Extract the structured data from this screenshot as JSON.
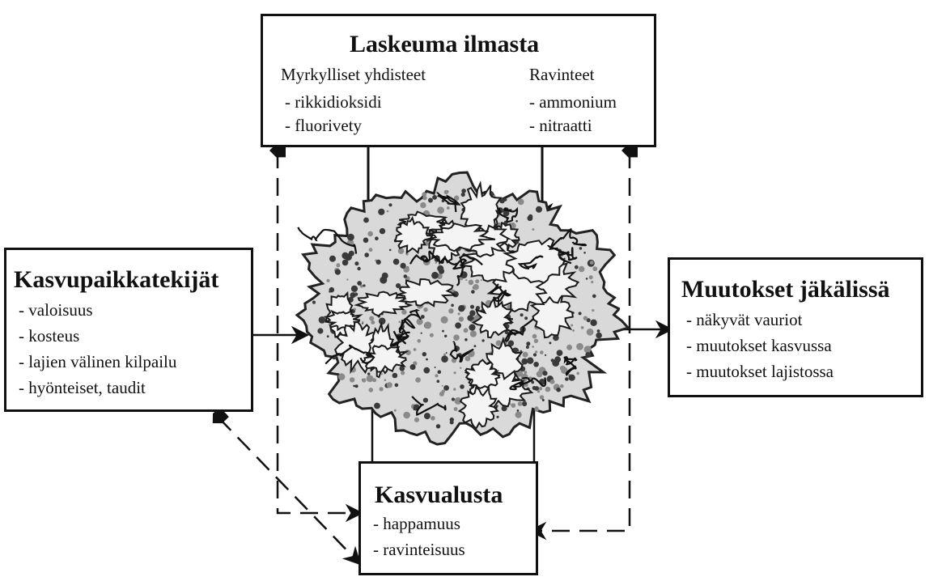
{
  "top_box": {
    "title": "Laskeuma ilmasta",
    "left_heading": "Myrkylliset yhdisteet",
    "left_items": [
      "- rikkidioksidi",
      "- fluorivety"
    ],
    "right_heading": "Ravinteet",
    "right_items": [
      "- ammonium",
      "- nitraatti"
    ]
  },
  "left_box": {
    "title": "Kasvupaikkatekijät",
    "items": [
      "- valoisuus",
      "- kosteus",
      "- lajien välinen kilpailu",
      "- hyönteiset, taudit"
    ]
  },
  "right_box": {
    "title": "Muutokset jäkälissä",
    "items": [
      "- näkyvät vauriot",
      "- muutokset kasvussa",
      "- muutokset lajistossa"
    ]
  },
  "bottom_box": {
    "title": "Kasvualusta",
    "items": [
      "- happamuus",
      "- ravinteisuus"
    ]
  },
  "central_image": {
    "icon": "lichen-icon"
  },
  "colors": {
    "ink": "#111111",
    "background": "#ffffff"
  }
}
